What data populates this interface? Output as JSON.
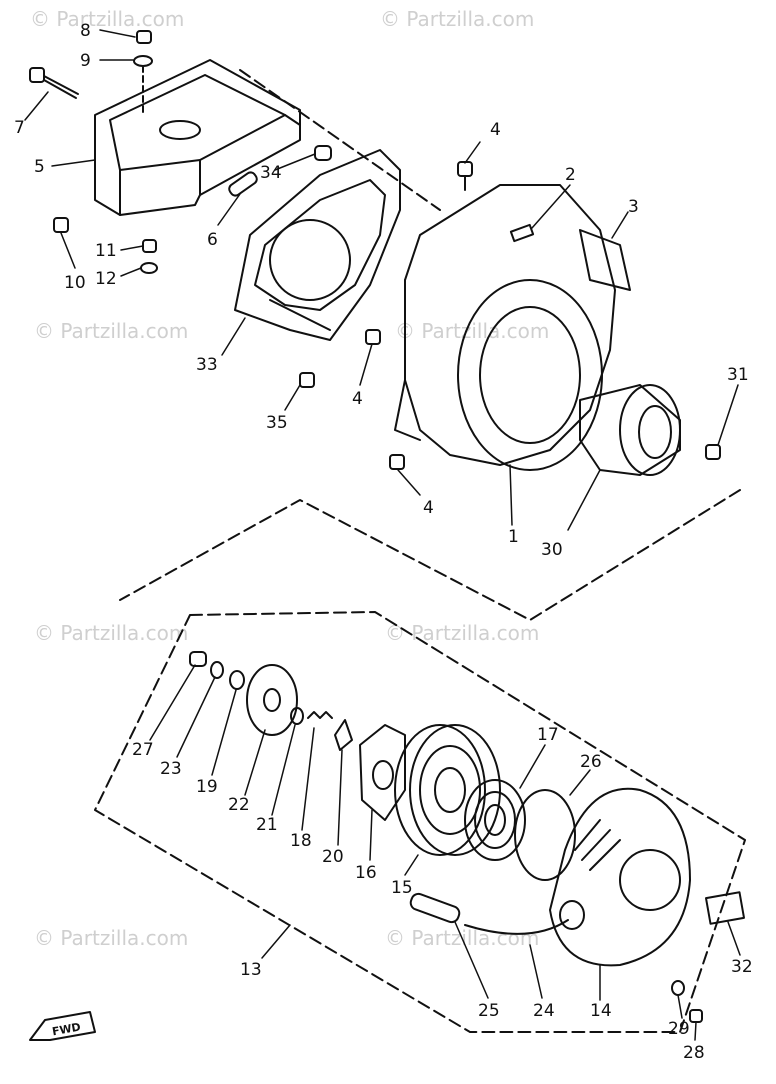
{
  "watermark": "© Partzilla.com",
  "labels": {
    "l1": "1",
    "l2": "2",
    "l3": "3",
    "l4a": "4",
    "l4b": "4",
    "l4c": "4",
    "l5": "5",
    "l6": "6",
    "l7": "7",
    "l8": "8",
    "l9": "9",
    "l10": "10",
    "l11": "11",
    "l12": "12",
    "l13": "13",
    "l14": "14",
    "l15": "15",
    "l16": "16",
    "l17": "17",
    "l18": "18",
    "l19": "19",
    "l20": "20",
    "l21": "21",
    "l22": "22",
    "l23": "23",
    "l24": "24",
    "l25": "25",
    "l26": "26",
    "l27": "27",
    "l28": "28",
    "l29": "29",
    "l30": "30",
    "l31": "31",
    "l32": "32",
    "l33": "33",
    "l34": "34",
    "l35": "35"
  },
  "fwd_label": "FWD"
}
